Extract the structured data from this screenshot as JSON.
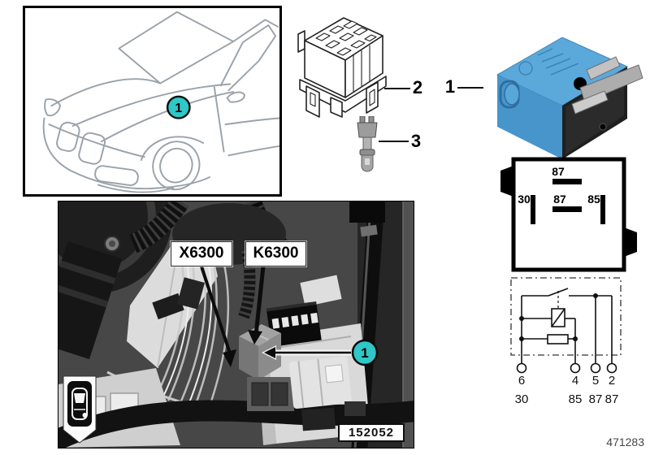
{
  "overview": {
    "callout": "1"
  },
  "parts": {
    "relay_callout": "1",
    "socket_callout": "2",
    "contact_callout": "3"
  },
  "pin_diagram": {
    "top_pin": "87",
    "left_pin": "30",
    "center_pin": "87",
    "right_pin": "85"
  },
  "schematic": {
    "terminals": [
      {
        "pin": "6",
        "function": "30"
      },
      {
        "pin": "4",
        "function": "85"
      },
      {
        "pin": "5",
        "function": "87"
      },
      {
        "pin": "2",
        "function": "87"
      }
    ]
  },
  "photo": {
    "connector_label": "X6300",
    "relay_label": "K6300",
    "callout": "1",
    "photo_number": "152052"
  },
  "footer": {
    "doc_number": "471283"
  },
  "colors": {
    "callout_fill": "#2FC7C7",
    "relay_blue": "#58A8DA"
  }
}
